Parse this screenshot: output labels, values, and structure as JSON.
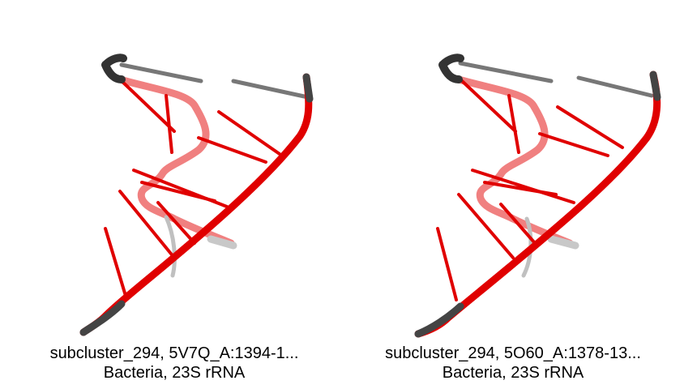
{
  "panels": [
    {
      "title": "subcluster_294, 5V7Q_A:1394-1...",
      "subtitle": "Bacteria, 23S rRNA"
    },
    {
      "title": "subcluster_294, 5O60_A:1378-13...",
      "subtitle": "Bacteria, 23S rRNA"
    }
  ],
  "colors": {
    "strand": "#e00000",
    "strand_faded": "#f08080",
    "terminus": "#444444",
    "terminus_faded": "#a0a0a0"
  }
}
